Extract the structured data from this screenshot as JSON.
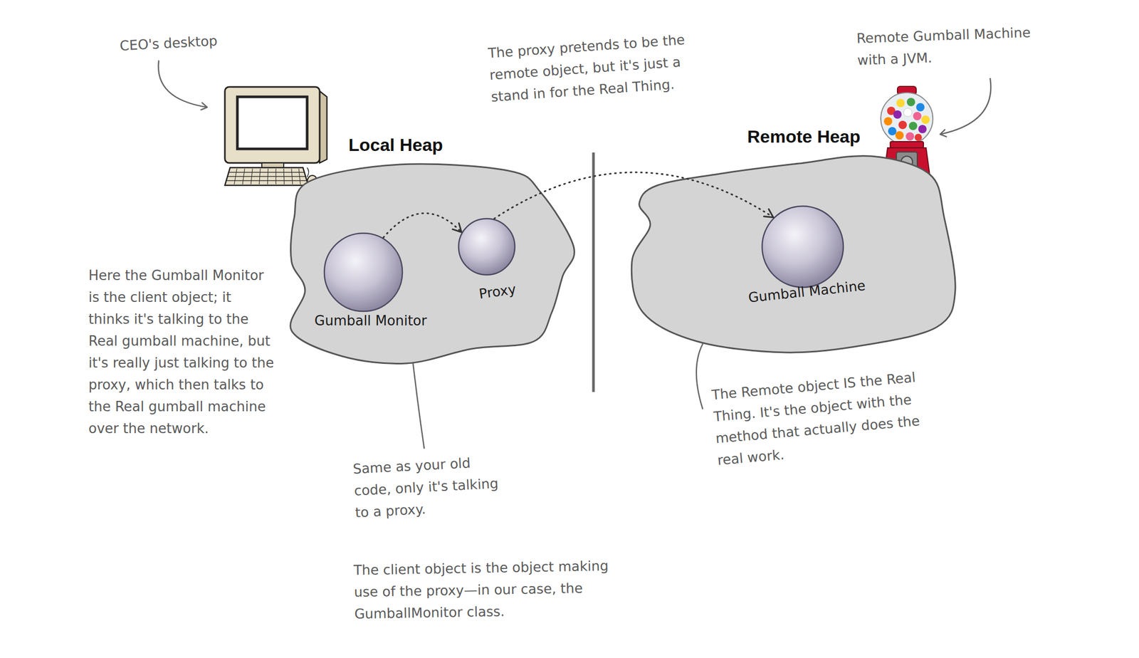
{
  "diagram": {
    "nodes": [
      {
        "text": [
          "Local Heap"
        ]
      },
      {
        "text": [
          "Gumball Monitor"
        ],
        "in": 0
      },
      {
        "text": [
          "Proxy"
        ],
        "in": 0
      },
      {
        "text": [
          "Remote Heap"
        ]
      },
      {
        "text": [
          "Gumball Machine"
        ],
        "in": 3
      }
    ],
    "edges": [
      {
        "from": 1,
        "to": 2,
        "arrow": "to"
      },
      {
        "from": 2,
        "to": 4,
        "arrow": "to"
      }
    ],
    "labels": [
      "CEO's desktop",
      "The proxy pretends to be the remote object, but it's just a stand in for the Real Thing.",
      "Remote Gumball Machine with a JVM.",
      "Here the Gumball Monitor is the client object; it thinks it's talking to the Real gumball machine, but it's really just talking to the proxy, which then talks to the Real gumball machine over the network.",
      "Same as your old code, only it's talking to a proxy.",
      "The Remote object IS the Real Thing. It's the object with the method that actually does the real work.",
      "The client object is the object making use of the proxy—in our case, the GumballMonitor class."
    ]
  }
}
